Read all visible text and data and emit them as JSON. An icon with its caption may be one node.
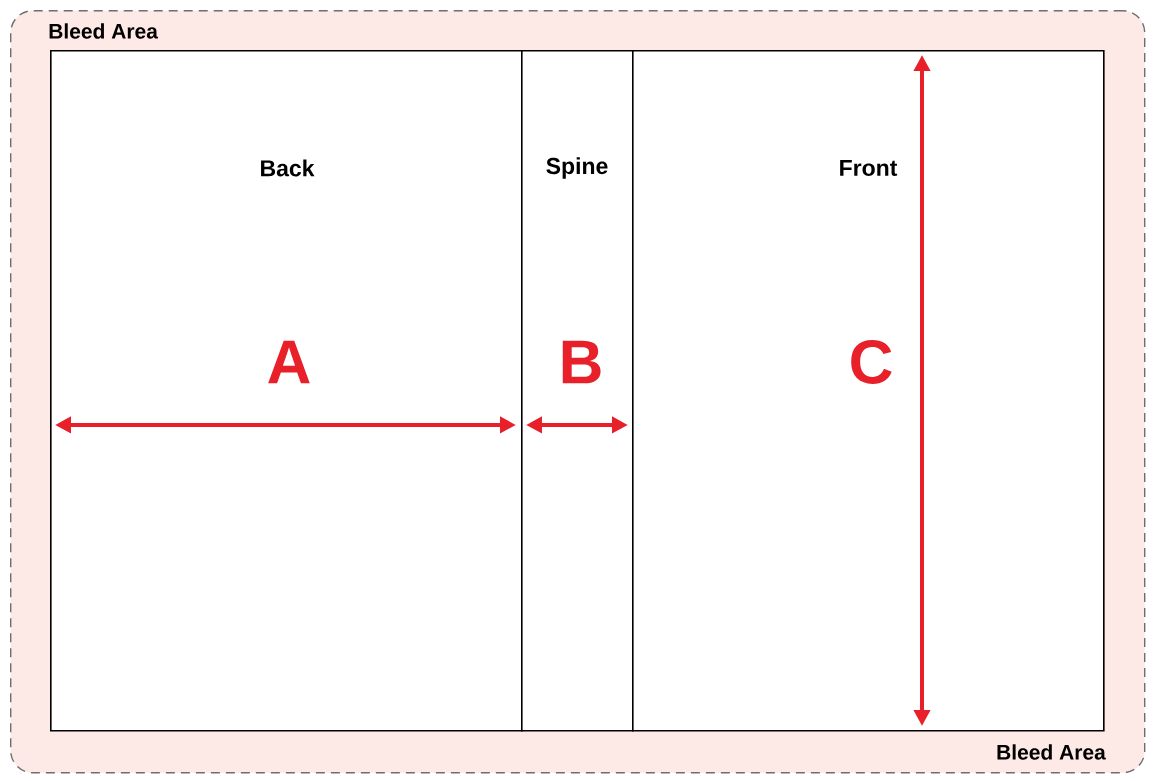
{
  "diagram": {
    "nodes": [
      {
        "text": [
          "Bleed Area",
          "Bleed Area"
        ]
      },
      {
        "text": [
          "Back"
        ],
        "in": 0
      },
      {
        "text": [
          "Spine"
        ],
        "in": 0
      },
      {
        "text": [
          "Front"
        ],
        "in": 0
      }
    ],
    "labels": [
      "A",
      "B",
      "C"
    ]
  }
}
